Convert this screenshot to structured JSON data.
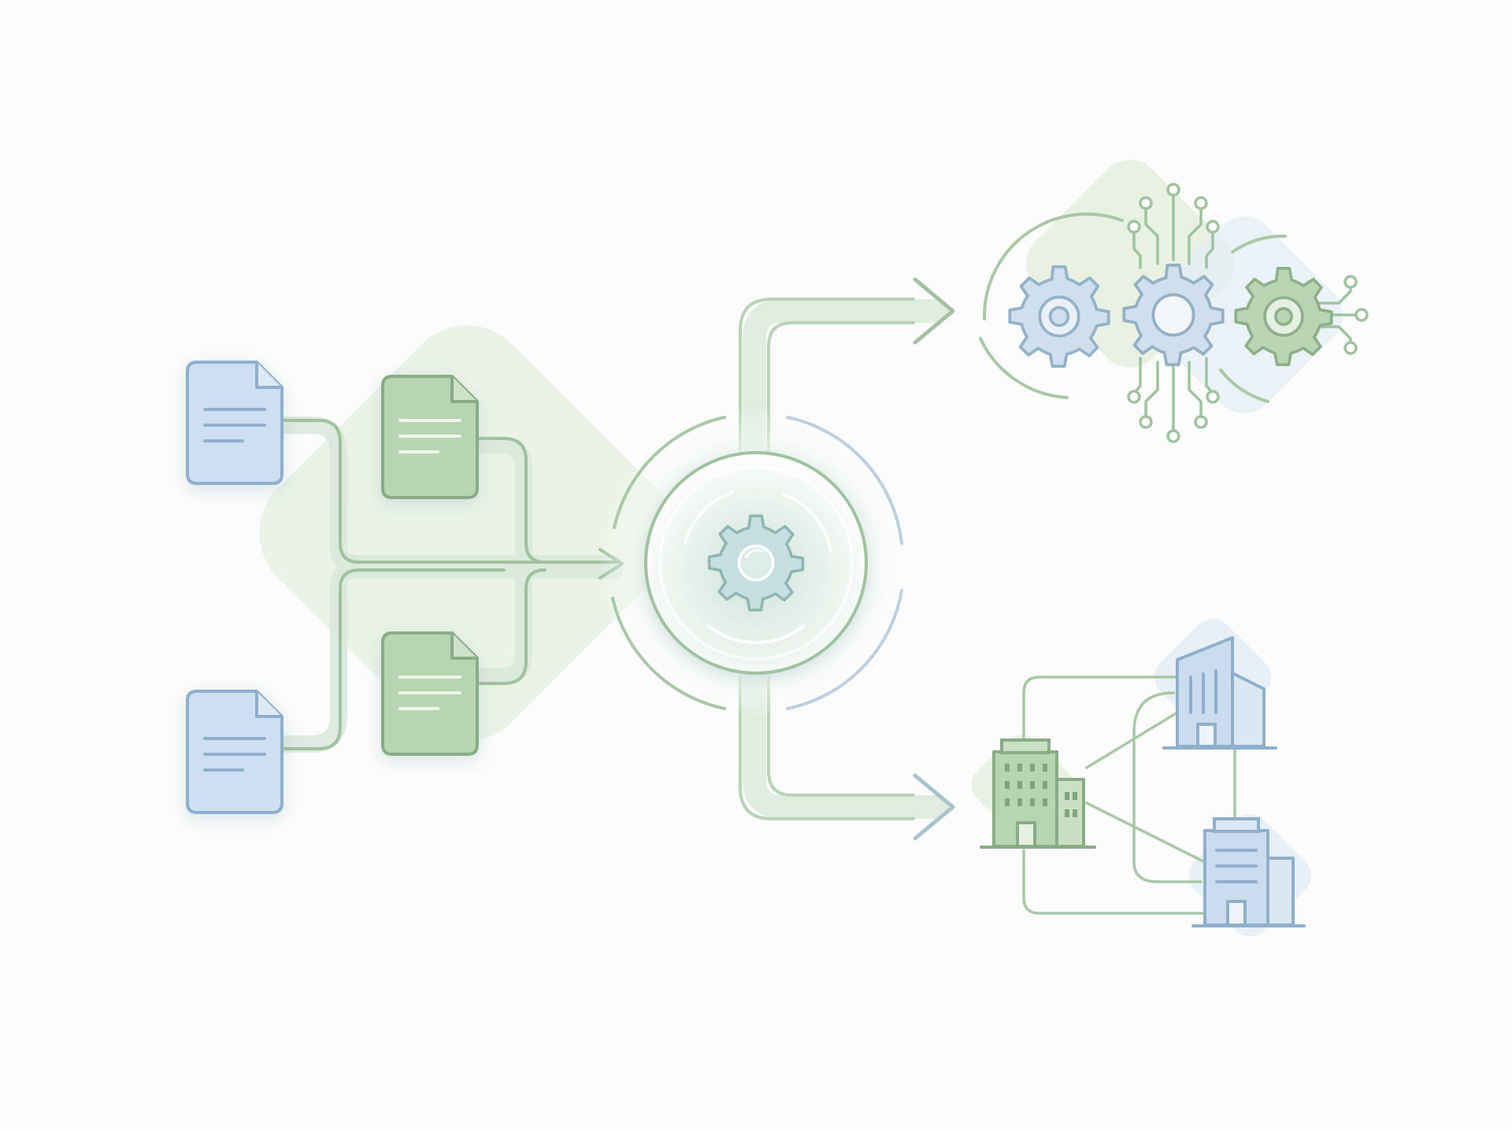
{
  "colors": {
    "background": "#fbfcfb",
    "green_stroke": "#8fb894",
    "green_fill": "#b9d7b5",
    "green_soft": "#e6f0e2",
    "blue_stroke": "#8fb0cc",
    "blue_fill": "#cadcee",
    "blue_soft": "#e3edf6",
    "connector": "#a8c8a6"
  },
  "nodes": {
    "inputs": [
      {
        "icon": "document-icon",
        "tone": "blue"
      },
      {
        "icon": "document-icon",
        "tone": "green"
      },
      {
        "icon": "document-icon",
        "tone": "green"
      },
      {
        "icon": "document-icon",
        "tone": "blue"
      }
    ],
    "hub": {
      "icon": "gear-icon"
    },
    "outputs": [
      {
        "icon": "gears-circuit-icon"
      },
      {
        "icon": "building-network-icon"
      }
    ]
  }
}
